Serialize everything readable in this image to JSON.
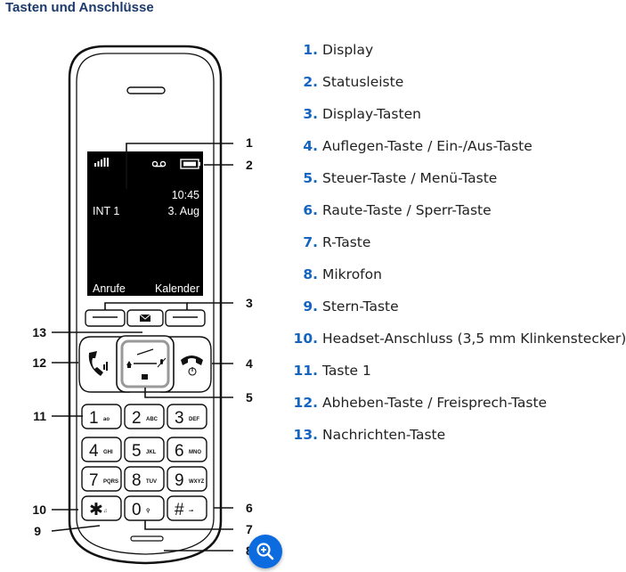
{
  "section_title": "Tasten und Anschlüsse",
  "screen": {
    "time": "10:45",
    "handset_name": "INT 1",
    "date": "3. Aug",
    "softkey_left": "Anrufe",
    "softkey_right": "Kalender"
  },
  "keypad": [
    {
      "digit": "1",
      "sub": "ao"
    },
    {
      "digit": "2",
      "sub": "ABC"
    },
    {
      "digit": "3",
      "sub": "DEF"
    },
    {
      "digit": "4",
      "sub": "GHI"
    },
    {
      "digit": "5",
      "sub": "JKL"
    },
    {
      "digit": "6",
      "sub": "MNO"
    },
    {
      "digit": "7",
      "sub": "PQRS"
    },
    {
      "digit": "8",
      "sub": "TUV"
    },
    {
      "digit": "9",
      "sub": "WXYZ"
    },
    {
      "digit": "✱",
      "sub": "♫"
    },
    {
      "digit": "0",
      "sub": "⚲"
    },
    {
      "digit": "#",
      "sub": "⊸"
    }
  ],
  "callouts": [
    "1",
    "2",
    "3",
    "4",
    "5",
    "6",
    "7",
    "8",
    "9",
    "10",
    "11",
    "12",
    "13"
  ],
  "legend": [
    {
      "num": "1.",
      "label": "Display"
    },
    {
      "num": "2.",
      "label": "Statusleiste"
    },
    {
      "num": "3.",
      "label": "Display-Tasten"
    },
    {
      "num": "4.",
      "label": "Auflegen-Taste / Ein-/Aus-Taste"
    },
    {
      "num": "5.",
      "label": "Steuer-Taste / Menü-Taste"
    },
    {
      "num": "6.",
      "label": "Raute-Taste / Sperr-Taste"
    },
    {
      "num": "7.",
      "label": "R-Taste"
    },
    {
      "num": "8.",
      "label": "Mikrofon"
    },
    {
      "num": "9.",
      "label": "Stern-Taste"
    },
    {
      "num": "10.",
      "label": "Headset-Anschluss (3,5 mm Klinkenstecker)"
    },
    {
      "num": "11.",
      "label": "Taste 1"
    },
    {
      "num": "12.",
      "label": "Abheben-Taste / Freisprech-Taste"
    },
    {
      "num": "13.",
      "label": "Nachrichten-Taste"
    }
  ],
  "colors": {
    "accent": "#1565c0",
    "title": "#1b3a6b",
    "zoom_button": "#0d6be0"
  },
  "zoom_icon": "zoom-in-icon"
}
